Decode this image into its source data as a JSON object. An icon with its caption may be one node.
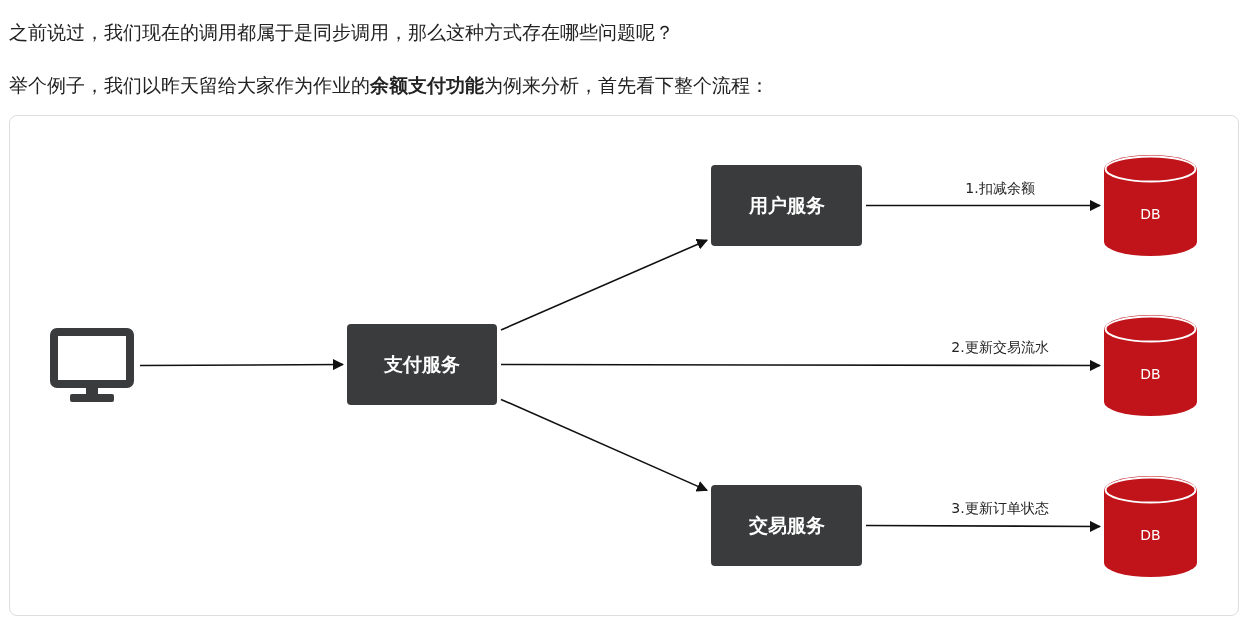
{
  "diagram": {
    "nodes": [
      {
        "text": [],
        "shape": "monitor"
      },
      {
        "text": [
          "支付服务"
        ]
      },
      {
        "text": [
          "用户服务"
        ]
      },
      {
        "text": [
          "交易服务"
        ]
      },
      {
        "text": [
          "DB"
        ]
      },
      {
        "text": [
          "DB"
        ]
      },
      {
        "text": [
          "DB"
        ]
      }
    ],
    "edges": [
      {
        "from": 0,
        "to": 1,
        "arrow": "to"
      },
      {
        "from": 1,
        "to": 2,
        "arrow": "to"
      },
      {
        "from": 1,
        "to": 5,
        "arrow": "to",
        "label": "2.更新交易流水"
      },
      {
        "from": 1,
        "to": 3,
        "arrow": "to"
      },
      {
        "from": 2,
        "to": 4,
        "arrow": "to",
        "label": "1.扣减余额"
      },
      {
        "from": 3,
        "to": 6,
        "arrow": "to",
        "label": "3.更新订单状态"
      }
    ],
    "labels": [
      "之前说过，我们现在的调用都属于是同步调用，那么这种方式存在哪些问题呢？",
      "举个例子，我们以昨天留给大家作为作业的**余额支付功能**为例来分析，首先看下整个流程："
    ]
  }
}
